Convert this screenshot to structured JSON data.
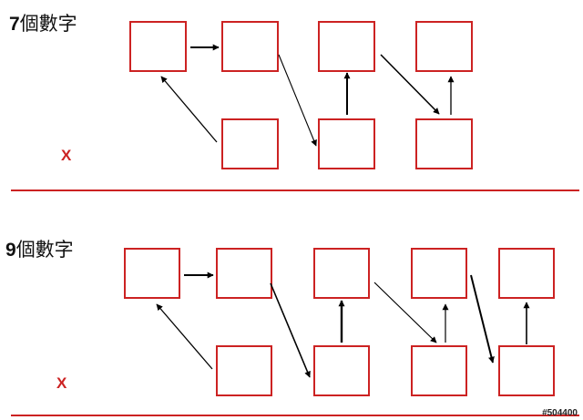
{
  "section_top": {
    "title_number": "7",
    "title_text": "個數字",
    "x_label": "X"
  },
  "section_bottom": {
    "title_number": "9",
    "title_text": "個數字",
    "x_label": "X"
  },
  "watermark": "#504400",
  "colors": {
    "box_border": "#cc2222",
    "rule": "#cc2222",
    "arrow": "#000000",
    "x_mark": "#cc2222"
  }
}
